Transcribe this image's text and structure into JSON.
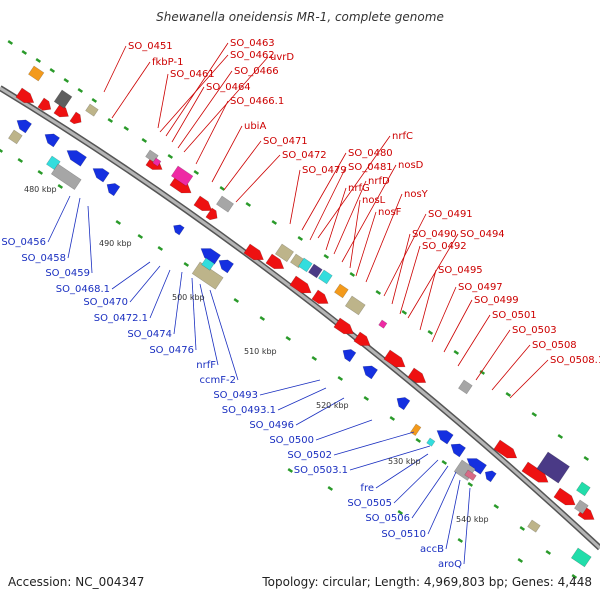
{
  "title": "Shewanella oneidensis MR-1, complete genome",
  "accession_text": "Accession: NC_004347",
  "summary_text": "Topology: circular; Length: 4,969,803 bp; Genes: 4,448",
  "kbp_labels": [
    "480 kbp",
    "490 kbp",
    "500 kbp",
    "510 kbp",
    "520 kbp",
    "530 kbp",
    "540 kbp"
  ],
  "forward_genes": [
    "SO_0451",
    "fkbP-1",
    "SO_0461",
    "SO_0462",
    "SO_0463",
    "SO_0464",
    "SO_0466",
    "uvrD",
    "SO_0466.1",
    "ubiA",
    "SO_0471",
    "SO_0472",
    "SO_0479",
    "SO_0480",
    "nrfC",
    "SO_0481",
    "nrfG",
    "nrfD",
    "nosD",
    "nosL",
    "nosF",
    "nosY",
    "SO_0491",
    "SO_0490",
    "SO_0494",
    "SO_0492",
    "SO_0495",
    "SO_0497",
    "SO_0499",
    "SO_0501",
    "SO_0503",
    "SO_0508",
    "SO_0508.1"
  ],
  "reverse_genes": [
    "SO_0456",
    "SO_0458",
    "SO_0459",
    "SO_0468.1",
    "SO_0470",
    "SO_0472.1",
    "SO_0474",
    "SO_0476",
    "nrfF",
    "ccmF-2",
    "SO_0493",
    "SO_0493.1",
    "SO_0496",
    "SO_0500",
    "SO_0502",
    "SO_0503.1",
    "fre",
    "SO_0505",
    "SO_0506",
    "SO_0510",
    "accB",
    "aroQ"
  ],
  "colors": {
    "forward": "#ee1111",
    "reverse": "#1530e0",
    "backbone": "#8a8a8a",
    "gc_tick": "#2a9a2a",
    "label_forward": "#cc0000",
    "label_reverse": "#1a2fc0",
    "magenta": "#ee2aa4",
    "cyan": "#33dddd",
    "khaki": "#bdb48a",
    "navy": "#4a3a86",
    "orange": "#f39a1c",
    "grey": "#a6a6a6",
    "darkgrey": "#5e5e5e",
    "teal": "#22ddaa"
  }
}
